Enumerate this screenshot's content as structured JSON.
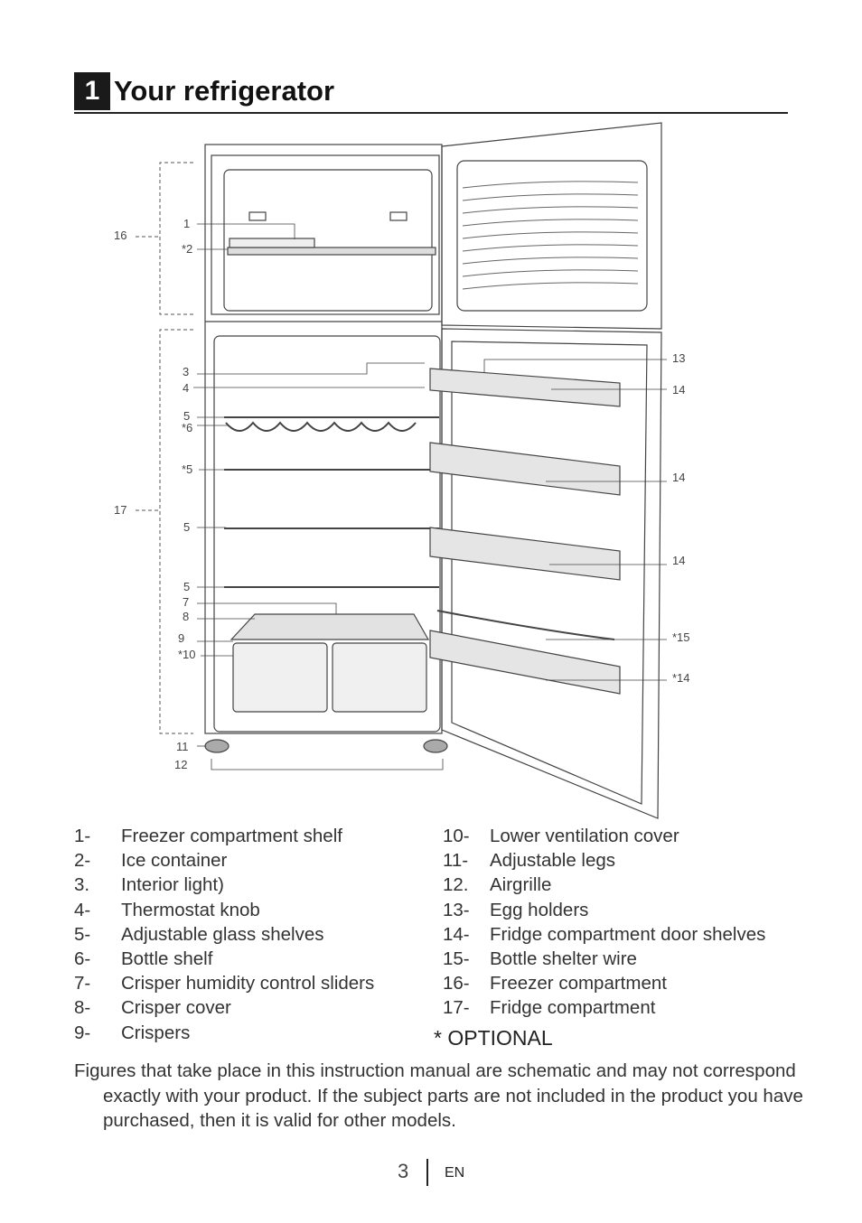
{
  "header": {
    "number": "1",
    "title": "Your refrigerator"
  },
  "diagram": {
    "labels": {
      "l1": "1",
      "l2": "*2",
      "l3": "3",
      "l4": "4",
      "l5a": "5",
      "l6": "*6",
      "l5b": "*5",
      "l5c": "5",
      "l5d": "5",
      "l7": "7",
      "l8": "8",
      "l9": "9",
      "l10": "*10",
      "l11": "11",
      "l12": "12",
      "l13": "13",
      "l14a": "14",
      "l14b": "14",
      "l14c": "14",
      "l15": "*15",
      "l14d": "*14",
      "l16": "16",
      "l17": "17"
    }
  },
  "legend": {
    "left": [
      {
        "num": "1-",
        "text": "Freezer compartment shelf"
      },
      {
        "num": "2-",
        "text": "Ice container"
      },
      {
        "num": "3.",
        "text": "Interior light)"
      },
      {
        "num": "4-",
        "text": "Thermostat knob"
      },
      {
        "num": "5-",
        "text": "Adjustable glass shelves"
      },
      {
        "num": "6-",
        "text": "Bottle shelf"
      },
      {
        "num": "7-",
        "text": "Crisper humidity control sliders"
      },
      {
        "num": "8-",
        "text": "Crisper cover"
      },
      {
        "num": "9-",
        "text": "Crispers"
      }
    ],
    "right": [
      {
        "num": "10-",
        "text": "Lower ventilation cover"
      },
      {
        "num": "11-",
        "text": "Adjustable legs"
      },
      {
        "num": "12.",
        "text": "Airgrille"
      },
      {
        "num": "13-",
        "text": "Egg holders"
      },
      {
        "num": "14-",
        "text": "Fridge compartment door shelves"
      },
      {
        "num": "15-",
        "text": "Bottle shelter wire"
      },
      {
        "num": "16-",
        "text": "Freezer compartment"
      },
      {
        "num": "17-",
        "text": "Fridge compartment"
      }
    ]
  },
  "optional_note": "* OPTIONAL",
  "note": "Figures that take place in this instruction manual are schematic and may not correspond exactly with your product. If the subject parts are not included in the product you have purchased, then it is valid for other models.",
  "footer": {
    "page": "3",
    "lang": "EN"
  }
}
